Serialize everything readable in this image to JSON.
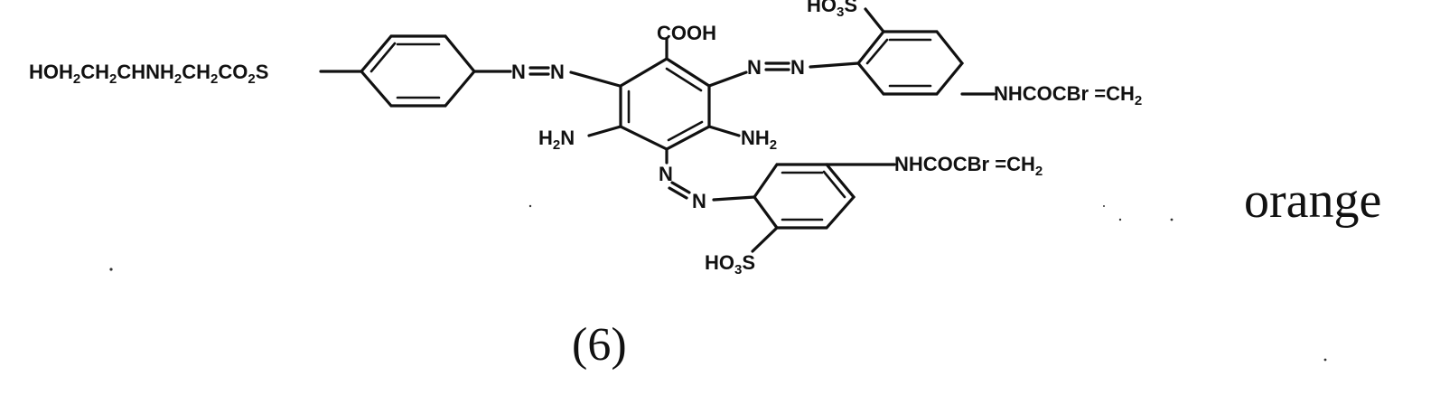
{
  "compound": {
    "color_name": "orange",
    "number_label": "(6)",
    "labels": {
      "left_chain": {
        "main": [
          "HOH",
          "CH",
          "CHNH",
          "CH",
          "CO",
          "S"
        ],
        "subs": [
          "2",
          "2",
          "2",
          "2",
          "2"
        ]
      },
      "azo_left_n1": "N",
      "azo_left_n2": "N",
      "cooh": "COOH",
      "azo_right_n1": "N",
      "azo_right_n2": "N",
      "ho3s_top": {
        "main": [
          "HO",
          "S"
        ],
        "subs": [
          "3"
        ]
      },
      "nhcocbr_upper": {
        "text": "NHCOCBr =CH",
        "sub": "2"
      },
      "h2n_left": {
        "main": [
          "H",
          "N"
        ],
        "subs": [
          "2"
        ]
      },
      "nh2_right": {
        "main": [
          "NH"
        ],
        "subs": [
          "2"
        ]
      },
      "azo_bottom_n1": "N",
      "azo_bottom_n2": "N",
      "nhcocbr_lower": {
        "text": "NHCOCBr =CH",
        "sub": "2"
      },
      "ho3s_bottom": {
        "main": [
          "HO",
          "S"
        ],
        "subs": [
          "3"
        ]
      }
    }
  }
}
